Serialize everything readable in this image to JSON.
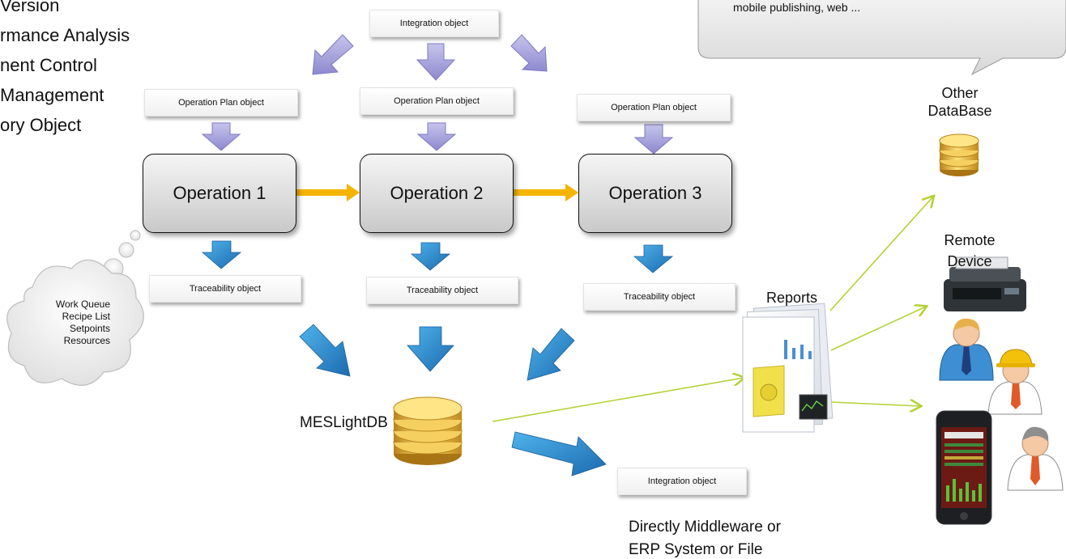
{
  "left_list": [
    "Version",
    "rmance Analysis",
    "nent Control",
    "Management",
    "ory Object"
  ],
  "integration_top": "Integration object",
  "operation_plans": [
    "Operation Plan object",
    "Operation Plan object",
    "Operation Plan object"
  ],
  "operations": [
    "Operation 1",
    "Operation 2",
    "Operation 3"
  ],
  "traceability": [
    "Traceability object",
    "Traceability object",
    "Traceability object"
  ],
  "cloud_lines": [
    "Work Queue",
    "Recipe List",
    "Setpoints",
    "Resources"
  ],
  "callout_lines": [
    "mobile publishing, web ..."
  ],
  "other_db_label": [
    "Other",
    "DataBase"
  ],
  "remote_device_label": [
    "Remote",
    "Device"
  ],
  "reports_label": "Reports",
  "db_label": "MESLightDB",
  "integration_bottom": "Integration object",
  "middleware_label": [
    "Directly Middleware or",
    "ERP System or File"
  ],
  "colors": {
    "purple_arrow": "#9d9ad6",
    "blue_arrow": "#2d86c9",
    "orange_arrow": "#f5b400",
    "green_line": "#b3d236",
    "db_gold": "#e8b020"
  }
}
